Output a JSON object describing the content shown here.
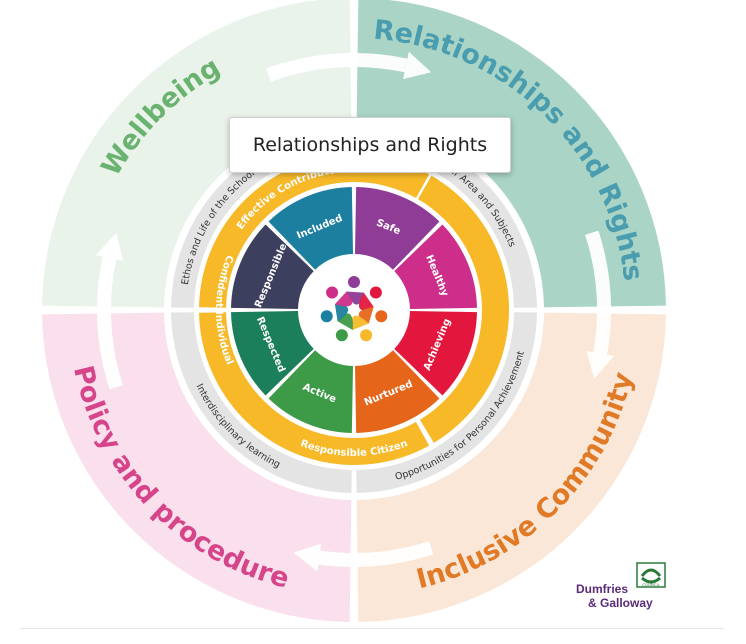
{
  "quadrants": [
    {
      "key": "wellbeing",
      "label": "Wellbeing",
      "color": "#e9f3ea",
      "text_color": "#6ab26f"
    },
    {
      "key": "relationships",
      "label": "Relationships and Rights",
      "color": "#a9d4c6",
      "text_color": "#4a9dae"
    },
    {
      "key": "inclusive",
      "label": "Inclusive Community",
      "color": "#fbe7d8",
      "text_color": "#e07a26"
    },
    {
      "key": "policy",
      "label": "Policy and procedure",
      "color": "#fae0ec",
      "text_color": "#d6458a"
    }
  ],
  "grey_ring": [
    "Ethos and Life of the School as a Community",
    "Curricular Area and Subjects",
    "Opportunities for Personal Achievement",
    "Interdisciplinary learning"
  ],
  "yellow_ring": [
    "Confident Individual",
    "Responsible Citizen",
    "Effective Contributor"
  ],
  "shanarri": [
    {
      "label": "Safe",
      "color": "#8e3c96"
    },
    {
      "label": "Healthy",
      "color": "#cc2e8a"
    },
    {
      "label": "Achieving",
      "color": "#e3173e"
    },
    {
      "label": "Nurtured",
      "color": "#e5661a"
    },
    {
      "label": "Active",
      "color": "#3d9a46"
    },
    {
      "label": "Respected",
      "color": "#1b7f5c"
    },
    {
      "label": "Responsible",
      "color": "#3c3f5e"
    },
    {
      "label": "Included",
      "color": "#1c7fa0"
    }
  ],
  "colors": {
    "yellow": "#f7b928",
    "grey": "#e4e4e4"
  },
  "tooltip": "Relationships and Rights",
  "logo": {
    "line1": "Dumfries",
    "line2": "& Galloway",
    "mark_text": "COUNCIL"
  }
}
